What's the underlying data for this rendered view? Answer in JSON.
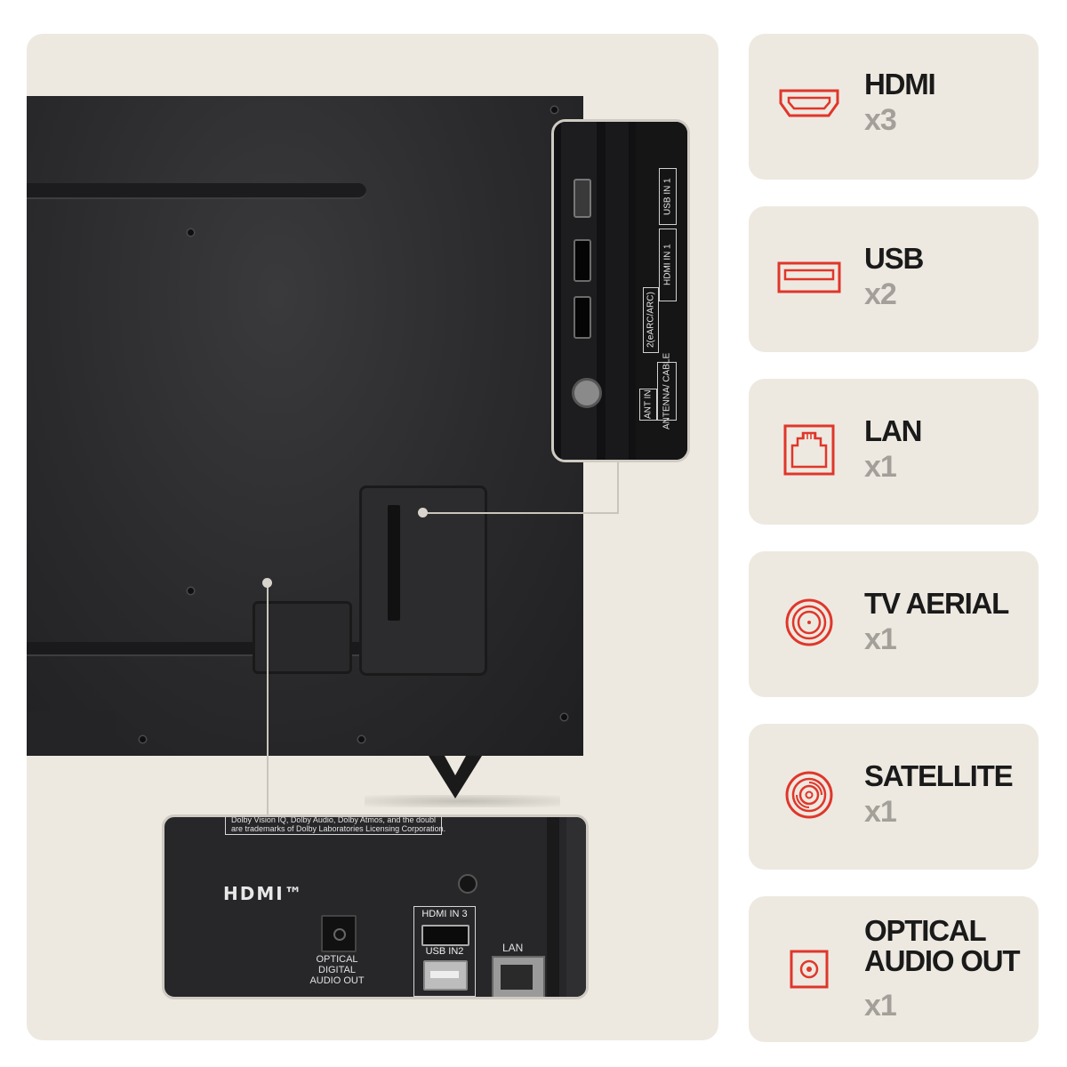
{
  "closeup_top": {
    "usb_label": "USB IN",
    "usb_number": "1",
    "hdmi_label": "HDMI IN",
    "hdmi_number": "1",
    "hdmi_arc_label": "2(eARC/ARC)",
    "antenna_label": "ANTENNA/ CABLE",
    "ant_in_label": "ANT IN"
  },
  "closeup_bottom": {
    "sticker_line1": "Dolby Vision IQ, Dolby Audio, Dolby Atmos, and the double-D symbol",
    "sticker_line2": "are trademarks of Dolby Laboratories Licensing Corporation.",
    "hdmi_logo": "HDMI™",
    "optical_label": "OPTICAL DIGITAL AUDIO OUT",
    "hdmi3_label": "HDMI IN 3",
    "usb2_label": "USB IN2",
    "lan_label": "LAN"
  },
  "features": [
    {
      "title": "HDMI",
      "count": "x3",
      "icon": "hdmi-port-icon"
    },
    {
      "title": "USB",
      "count": "x2",
      "icon": "usb-port-icon"
    },
    {
      "title": "LAN",
      "count": "x1",
      "icon": "lan-port-icon"
    },
    {
      "title": "TV AERIAL",
      "count": "x1",
      "icon": "tv-aerial-icon"
    },
    {
      "title": "SATELLITE",
      "count": "x1",
      "icon": "satellite-icon"
    },
    {
      "title": "OPTICAL AUDIO OUT",
      "count": "x1",
      "icon": "optical-audio-icon"
    }
  ],
  "colors": {
    "panel_bg": "#ede9e0",
    "accent_red": "#e0362b",
    "title_text": "#1a1a1a",
    "count_text": "#a3a09a"
  }
}
